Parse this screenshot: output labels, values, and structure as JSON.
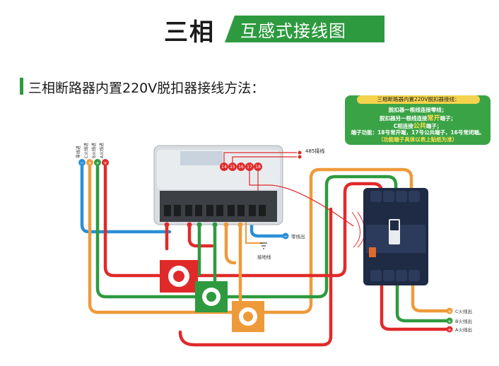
{
  "header": {
    "title": "三相",
    "subtitle": "互感式接线图"
  },
  "section": {
    "title": "三相断路器内置220V脱扣器接线方法："
  },
  "note": {
    "heading": "三相断路器内置220V脱扣器接线：",
    "line1": "脱扣器一根线连接零线；",
    "line2_pre": "脱扣器另一根线连接",
    "line2_hl": "常开",
    "line2_post": "端子；",
    "line3_pre": "C相连接",
    "line3_hl": "公共",
    "line3_post": "端子；",
    "line4": "端子功能：18号常开端，17号公共端子，16号常闭端。",
    "line5": "（功能端子具体以表上贴纸为准）"
  },
  "inputs": {
    "neutral": "零线进",
    "c": "C火线进",
    "b": "B火线进",
    "a": "A火线进"
  },
  "outputs": {
    "neutral": "零线出",
    "c": "C火线出",
    "b": "B火线出",
    "a": "A火线出"
  },
  "labels": {
    "rs485": "485接线",
    "ground": "接地线"
  },
  "top_terminals": [
    "14",
    "15",
    "16",
    "17",
    "18"
  ],
  "colors": {
    "green": "#2e9a3f",
    "red": "#e02a2a",
    "blue": "#2a8fd6",
    "orange": "#ef9a3a",
    "dark": "#1f2a44"
  }
}
